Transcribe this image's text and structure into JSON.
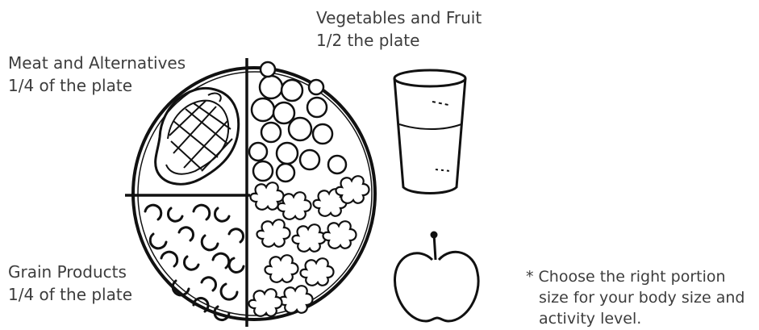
{
  "labels": {
    "vegetables_title": "Vegetables and Fruit",
    "vegetables_portion": "1/2 the plate",
    "meat_title": "Meat and Alternatives",
    "meat_portion": "1/4 of the plate",
    "grain_title": "Grain Products",
    "grain_portion": "1/4 of the plate"
  },
  "note": {
    "line1": "* Choose the right portion",
    "line2": "size for your body size and",
    "line3": "activity level."
  },
  "icons": [
    "plate-icon",
    "steak-icon",
    "vegetables-icon",
    "pasta-icon",
    "glass-icon",
    "apple-icon"
  ],
  "colors": {
    "ink": "#111111",
    "text": "#3d3d3d",
    "background": "#ffffff"
  }
}
